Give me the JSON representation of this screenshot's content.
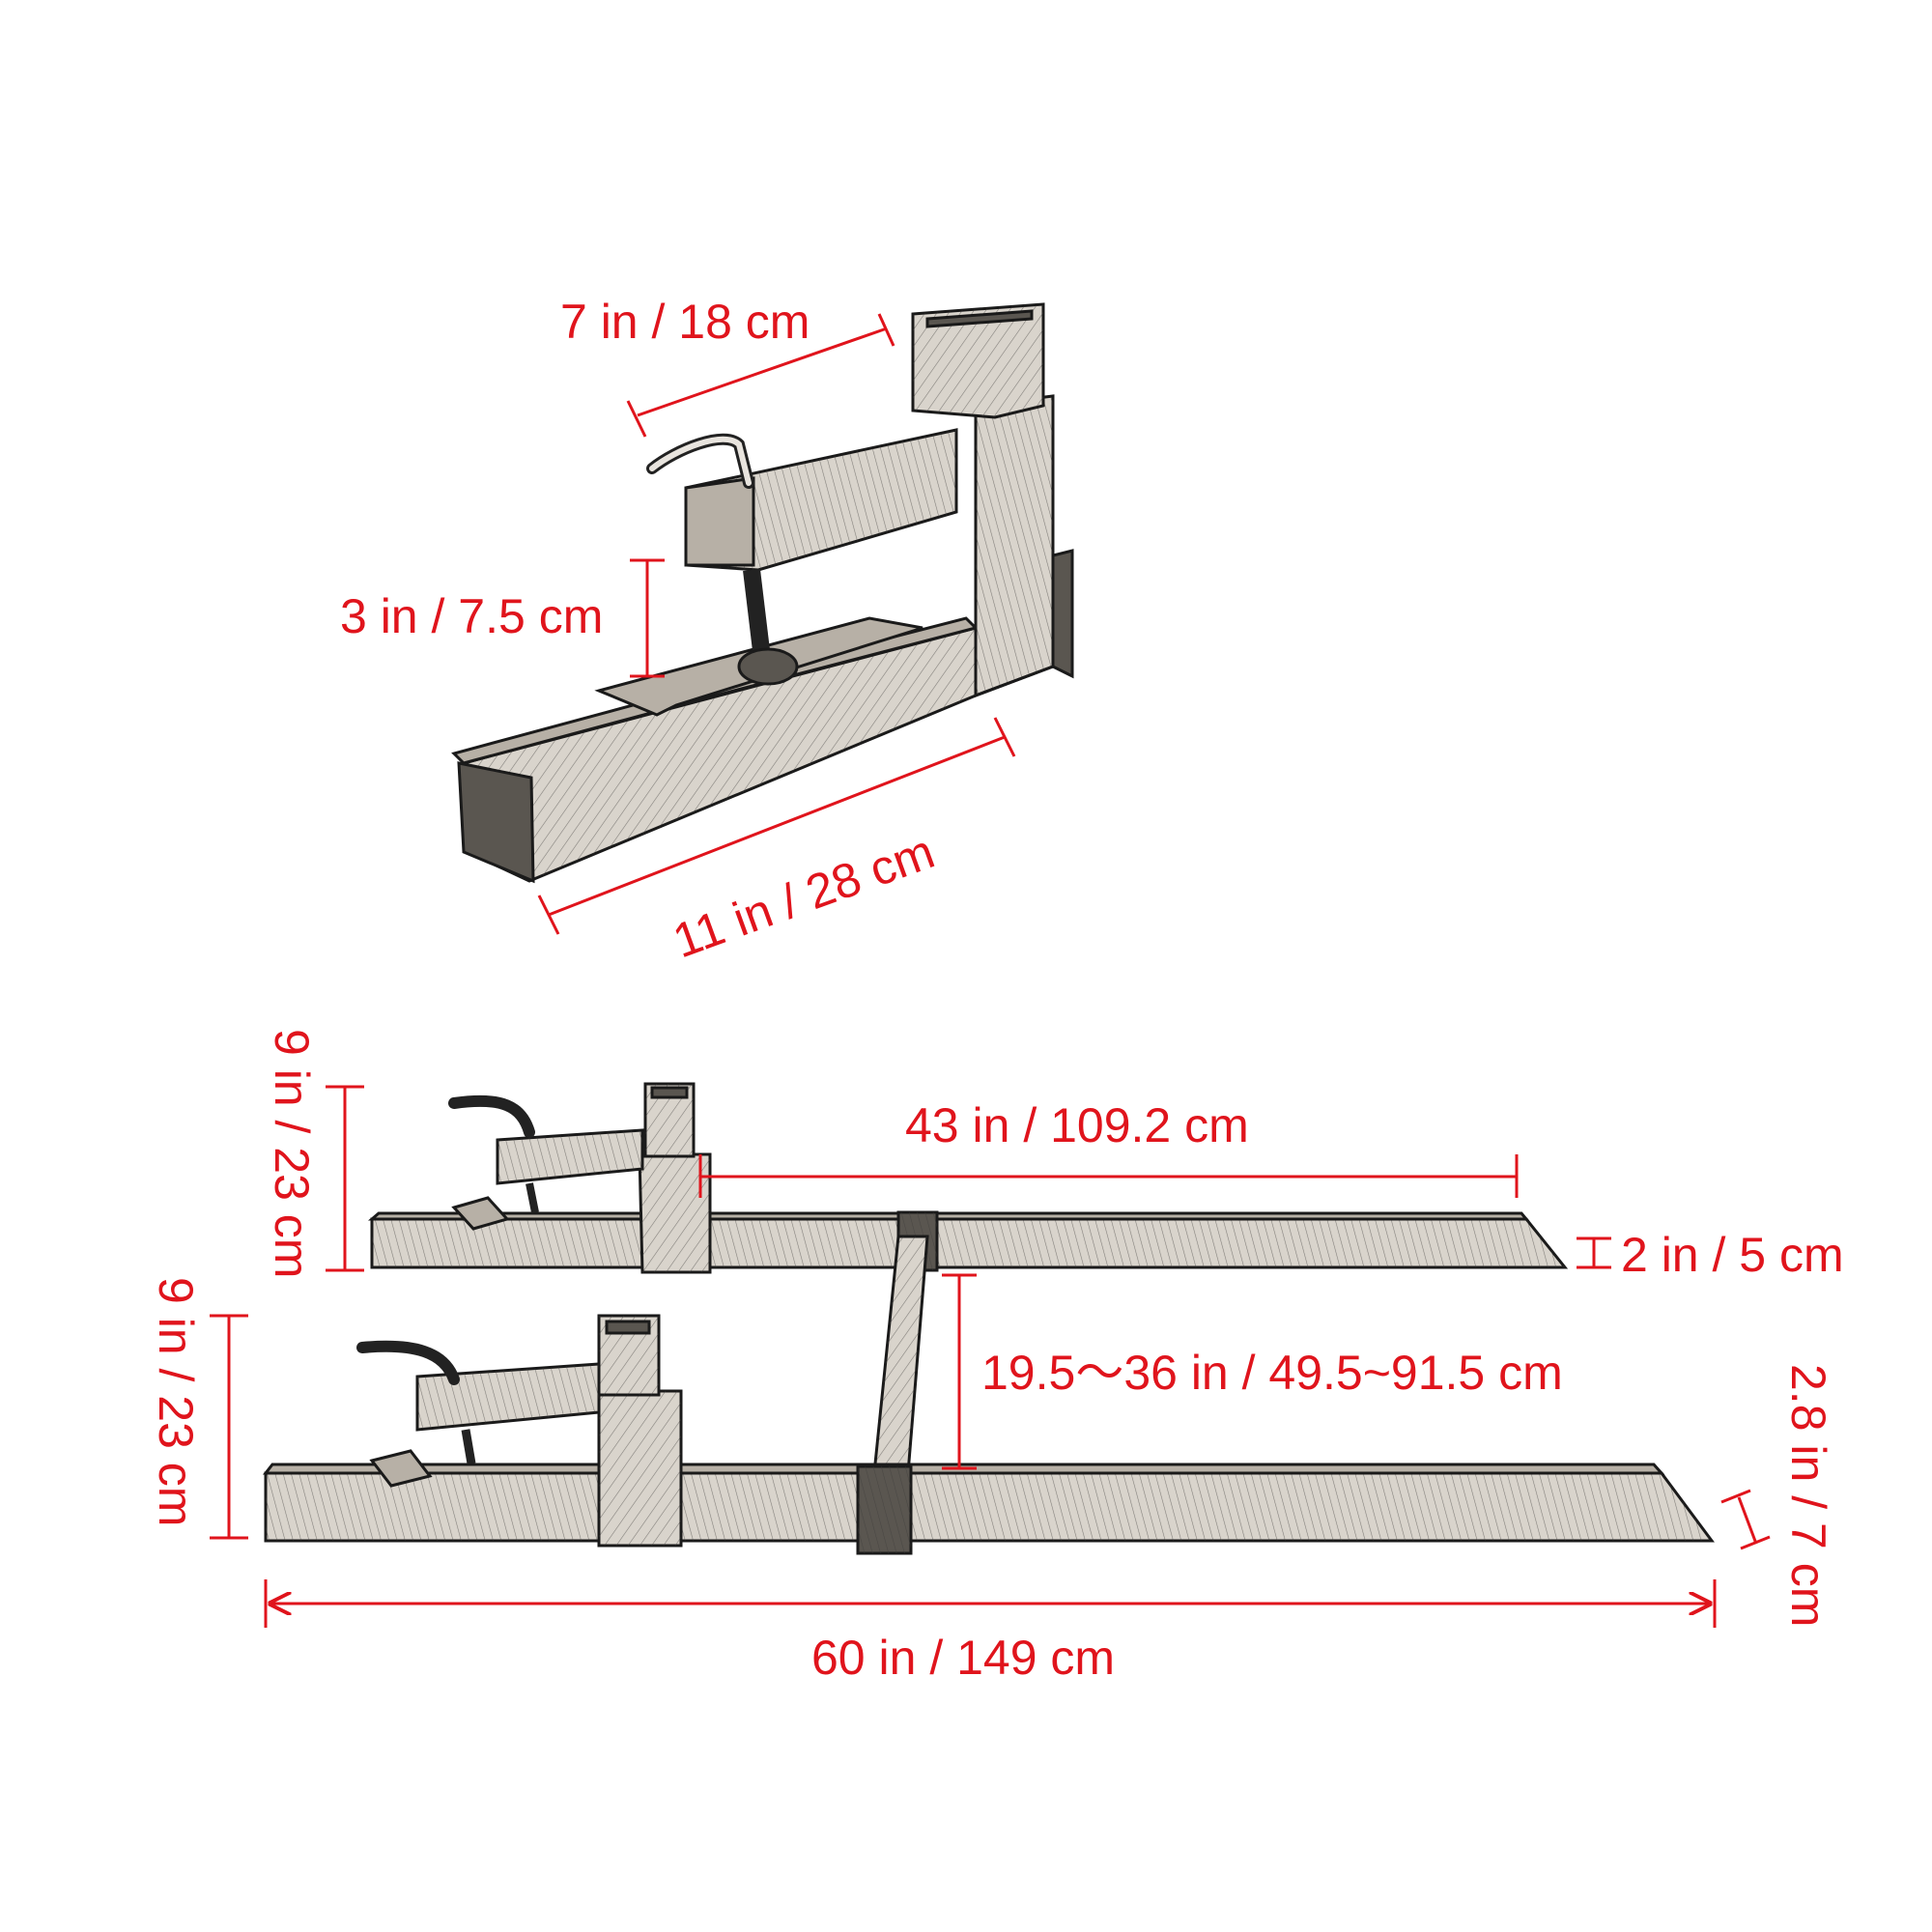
{
  "dimensions": {
    "top_width": "7 in / 18 cm",
    "top_gap": "3 in / 7.5 cm",
    "top_length": "11 in / 28 cm",
    "fork_inner_length": "43 in / 109.2 cm",
    "fork_height_upper": "9 in / 23 cm",
    "fork_tip_thickness": "2 in / 5 cm",
    "fork_spacing": "19.5～36 in / 49.5~91.5 cm",
    "fork_height_lower": "9 in / 23 cm",
    "fork_back_thickness": "2.8 in / 7 cm",
    "total_length": "60 in / 149 cm"
  },
  "colors": {
    "dimension": "#e0141c",
    "ink": "#1a1a1a"
  }
}
